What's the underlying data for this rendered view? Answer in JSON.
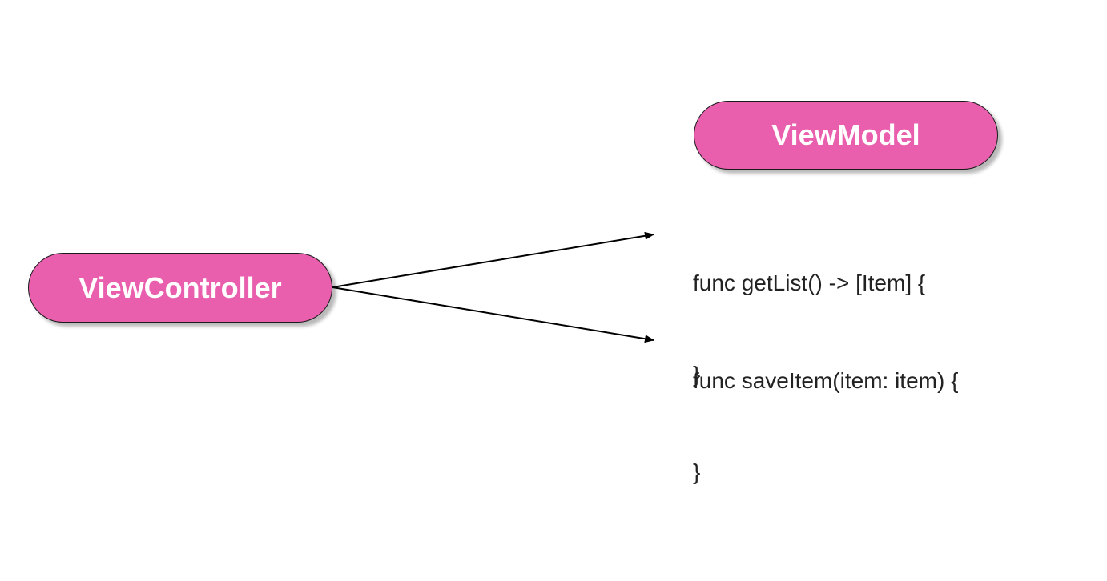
{
  "colors": {
    "node_fill": "#e95fae",
    "node_text": "#ffffff",
    "arrow": "#000000",
    "code_text": "#222222"
  },
  "nodes": {
    "view_controller": {
      "label": "ViewController"
    },
    "view_model": {
      "label": "ViewModel"
    }
  },
  "methods": [
    {
      "signature": "func getList() -> [Item] {",
      "closing": "}"
    },
    {
      "signature": "func saveItem(item: item) {",
      "closing": "}"
    }
  ],
  "edges": [
    {
      "from": "ViewController",
      "to": "func getList() -> [Item] {"
    },
    {
      "from": "ViewController",
      "to": "func saveItem(item: item) {"
    }
  ]
}
